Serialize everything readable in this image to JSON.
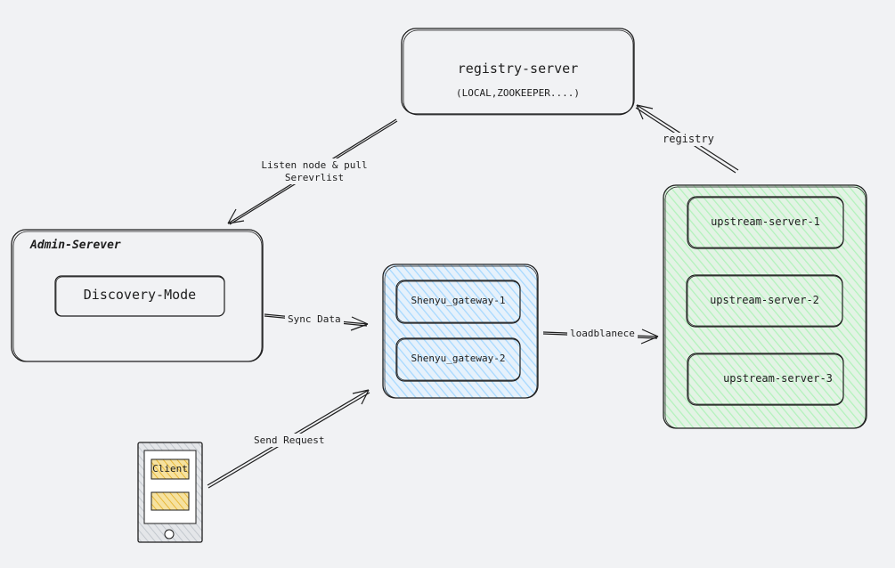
{
  "colors": {
    "background": "#f1f2f4",
    "stroke": "#1e1e1e",
    "gateway_fill": "#a5d8ff",
    "upstream_fill": "#b2f2bb",
    "client_fill": "#ffd43b",
    "device_fill": "#ced4da"
  },
  "nodes": {
    "registry": {
      "title": "registry-server",
      "subtitle": "(LOCAL,ZOOKEEPER....)"
    },
    "admin": {
      "title": "Admin-Serever",
      "inner": "Discovery-Mode"
    },
    "gateways": [
      "Shenyu_gateway-1",
      "Shenyu_gateway-2"
    ],
    "upstreams": [
      "upstream-server-1",
      "upstream-server-2",
      "upstream-server-3"
    ],
    "client": {
      "label": "Client"
    }
  },
  "edges": {
    "listen": [
      "Listen node & pull",
      "Serevrlist"
    ],
    "sync": "Sync Data",
    "loadbalance": "loadblanece",
    "registry": "registry",
    "send": "Send Request"
  }
}
